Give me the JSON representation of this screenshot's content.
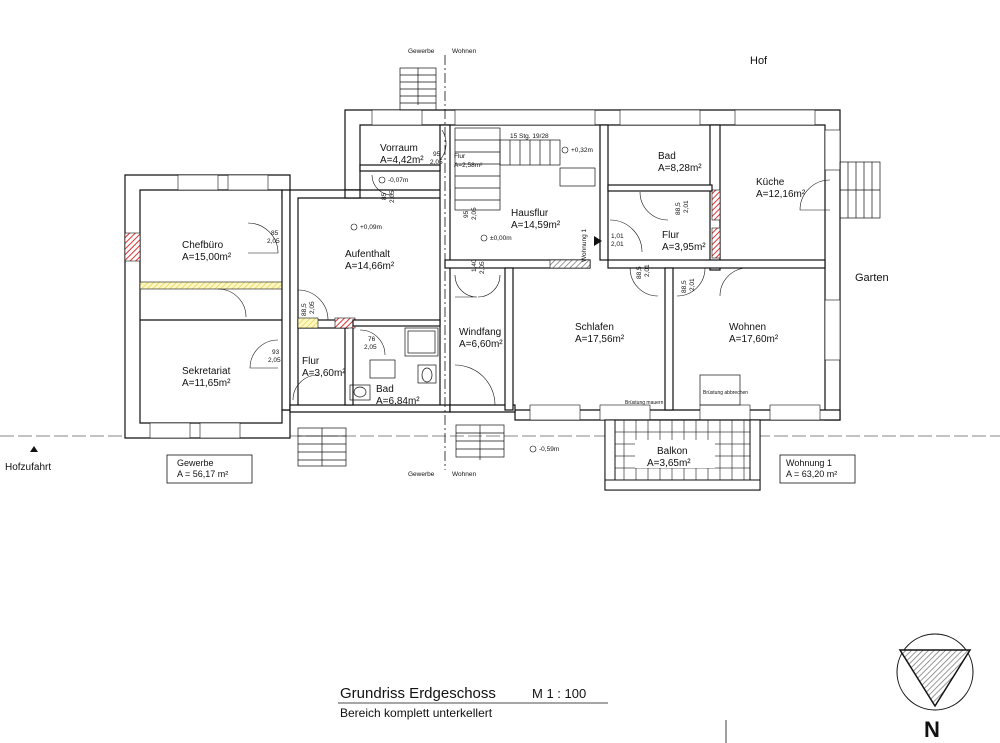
{
  "labels": {
    "hof": "Hof",
    "garten": "Garten",
    "hofzufahrt": "Hofzufahrt",
    "north": "N",
    "border_top_left": "Gewerbe",
    "border_top_right": "Wohnen",
    "border_bottom_left": "Gewerbe",
    "border_bottom_right": "Wohnen",
    "stair_note": "15 Stg. 19/28",
    "wohnung_marker": "Wohnung 1",
    "bruestung_schlafen": "Brüstung mauern",
    "bruestung_wohnen": "Brüstung abbrechen"
  },
  "rooms": {
    "chefbuero": {
      "name": "Chefbüro",
      "area": "A=15,00m²"
    },
    "sekretariat": {
      "name": "Sekretariat",
      "area": "A=11,65m²"
    },
    "vorraum": {
      "name": "Vorraum",
      "area": "A=4,42m²"
    },
    "aufenthalt": {
      "name": "Aufenthalt",
      "area": "A=14,66m²"
    },
    "flur_small": {
      "name": "Flur",
      "area": "A=2,58m²"
    },
    "flur_left": {
      "name": "Flur",
      "area": "A=3,60m²"
    },
    "bad_left": {
      "name": "Bad",
      "area": "A=6,84m²"
    },
    "hausflur": {
      "name": "Hausflur",
      "area": "A=14,59m²"
    },
    "windfang": {
      "name": "Windfang",
      "area": "A=6,60m²"
    },
    "bad_right": {
      "name": "Bad",
      "area": "A=8,28m²"
    },
    "kueche": {
      "name": "Küche",
      "area": "A=12,16m²"
    },
    "flur_right": {
      "name": "Flur",
      "area": "A=3,95m²"
    },
    "schlafen": {
      "name": "Schlafen",
      "area": "A=17,56m²"
    },
    "wohnen": {
      "name": "Wohnen",
      "area": "A=17,60m²"
    },
    "balkon": {
      "name": "Balkon",
      "area": "A=3,65m²"
    }
  },
  "levels": {
    "l1": "+0,32m",
    "l2": "-0,07m",
    "l3": "+0,09m",
    "l4": "±0,00m",
    "l5": "-0,59m"
  },
  "door_dims": {
    "d1": {
      "w": "85",
      "h": "2,05"
    },
    "d2": {
      "w": "95",
      "h": "2,05"
    },
    "d3": {
      "w": "85",
      "h": "2,05"
    },
    "d4": {
      "w": "88,5",
      "h": "2,05"
    },
    "d5": {
      "w": "93",
      "h": "2,05"
    },
    "d6": {
      "w": "76",
      "h": "2,05"
    },
    "d7": {
      "w": "95",
      "h": "2,05"
    },
    "d8": {
      "w": "1,40",
      "h": "2,05"
    },
    "d9": {
      "w": "1,01",
      "h": "2,01"
    },
    "d10": {
      "w": "88,5",
      "h": "2,01"
    },
    "d11": {
      "w": "88,5",
      "h": "2,01"
    },
    "d12": {
      "w": "88,5",
      "h": "2,01"
    }
  },
  "summary": {
    "gewerbe_title": "Gewerbe",
    "gewerbe_area": "A = 56,17 m²",
    "wohnung_title": "Wohnung 1",
    "wohnung_area": "A = 63,20 m²"
  },
  "title_block": {
    "title": "Grundriss Erdgeschoss",
    "scale": "M 1 : 100",
    "subtitle": "Bereich komplett unterkellert"
  }
}
